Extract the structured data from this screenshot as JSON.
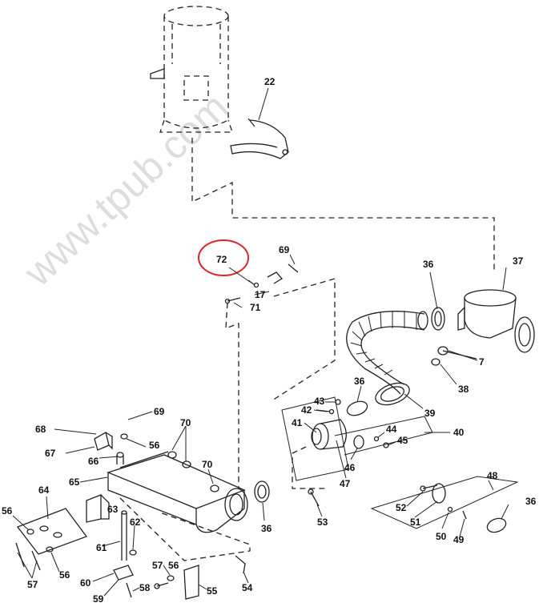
{
  "watermark": "www.tpub.com",
  "highlight_color": "#d9262b",
  "callouts": [
    {
      "id": "c22",
      "text": "22"
    },
    {
      "id": "c72",
      "text": "72"
    },
    {
      "id": "c69a",
      "text": "69"
    },
    {
      "id": "c17",
      "text": "17"
    },
    {
      "id": "c71",
      "text": "71"
    },
    {
      "id": "c36a",
      "text": "36"
    },
    {
      "id": "c37",
      "text": "37"
    },
    {
      "id": "c7",
      "text": "7"
    },
    {
      "id": "c38",
      "text": "38"
    },
    {
      "id": "c36b",
      "text": "36"
    },
    {
      "id": "c39",
      "text": "39"
    },
    {
      "id": "c43",
      "text": "43"
    },
    {
      "id": "c42",
      "text": "42"
    },
    {
      "id": "c41",
      "text": "41"
    },
    {
      "id": "c40",
      "text": "40"
    },
    {
      "id": "c44",
      "text": "44"
    },
    {
      "id": "c45",
      "text": "45"
    },
    {
      "id": "c46",
      "text": "46"
    },
    {
      "id": "c47",
      "text": "47"
    },
    {
      "id": "c68",
      "text": "68"
    },
    {
      "id": "c69b",
      "text": "69"
    },
    {
      "id": "c70a",
      "text": "70"
    },
    {
      "id": "c67",
      "text": "67"
    },
    {
      "id": "c66",
      "text": "66"
    },
    {
      "id": "c56a",
      "text": "56"
    },
    {
      "id": "c70b",
      "text": "70"
    },
    {
      "id": "c65",
      "text": "65"
    },
    {
      "id": "c64",
      "text": "64"
    },
    {
      "id": "c63",
      "text": "63"
    },
    {
      "id": "c62",
      "text": "62"
    },
    {
      "id": "c61",
      "text": "61"
    },
    {
      "id": "c56b",
      "text": "56"
    },
    {
      "id": "c57a",
      "text": "57"
    },
    {
      "id": "c56c",
      "text": "56"
    },
    {
      "id": "c60",
      "text": "60"
    },
    {
      "id": "c59",
      "text": "59"
    },
    {
      "id": "c58",
      "text": "58"
    },
    {
      "id": "c57b",
      "text": "57"
    },
    {
      "id": "c56d",
      "text": "56"
    },
    {
      "id": "c55",
      "text": "55"
    },
    {
      "id": "c54",
      "text": "54"
    },
    {
      "id": "c36c",
      "text": "36"
    },
    {
      "id": "c53",
      "text": "53"
    },
    {
      "id": "c48",
      "text": "48"
    },
    {
      "id": "c36d",
      "text": "36"
    },
    {
      "id": "c52",
      "text": "52"
    },
    {
      "id": "c51",
      "text": "51"
    },
    {
      "id": "c50",
      "text": "50"
    },
    {
      "id": "c49",
      "text": "49"
    }
  ]
}
